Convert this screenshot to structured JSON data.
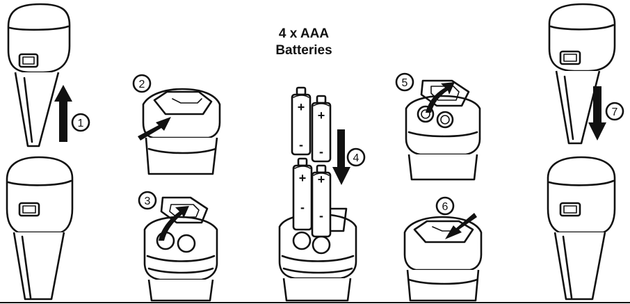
{
  "header": {
    "line1": "4 x AAA",
    "line2": "Batteries"
  },
  "steps": [
    {
      "number": "1"
    },
    {
      "number": "2"
    },
    {
      "number": "3"
    },
    {
      "number": "4"
    },
    {
      "number": "5"
    },
    {
      "number": "6"
    },
    {
      "number": "7"
    }
  ],
  "battery_signs": {
    "plus": "+",
    "minus": "-"
  }
}
